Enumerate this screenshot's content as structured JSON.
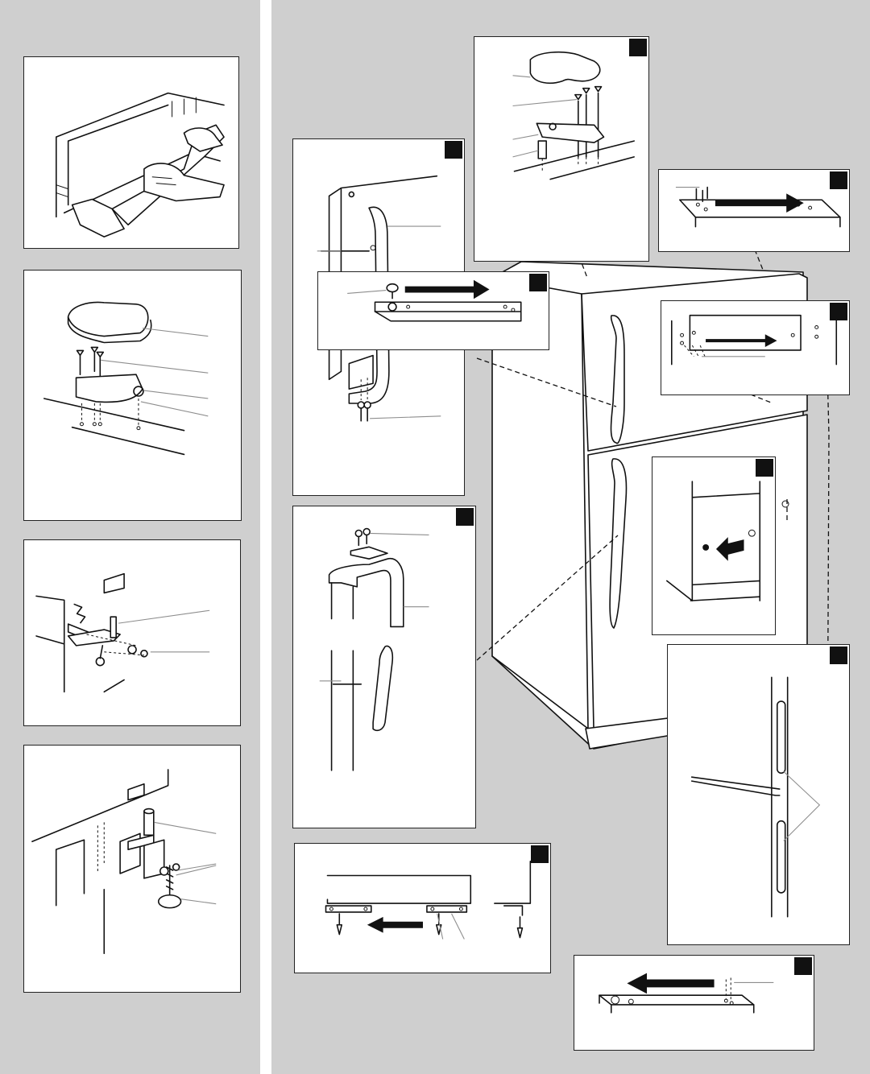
{
  "page": {
    "background": "#ffffff",
    "gray": "#cfcfcf",
    "ink": "#111111",
    "callout": "#8d8d8d"
  },
  "left_panels": [
    {
      "name": "toe-grille-removal",
      "icon": "hand-icon"
    },
    {
      "name": "top-hinge-cover-assembly",
      "icon": "hinge-cover-icon"
    },
    {
      "name": "center-hinge-assembly",
      "icon": "center-hinge-icon"
    },
    {
      "name": "bottom-hinge-leveler",
      "icon": "leveler-icon"
    }
  ],
  "right_panels": [
    {
      "name": "top-hinge-detail",
      "step_marker": true
    },
    {
      "name": "freezer-handle-detail",
      "step_marker": true
    },
    {
      "name": "freezer-handle-plug-detail",
      "step_marker": true
    },
    {
      "name": "top-screw-holes-detail",
      "step_marker": true
    },
    {
      "name": "freezer-door-top-detail",
      "step_marker": true
    },
    {
      "name": "refrigerator-handle-detail",
      "step_marker": true
    },
    {
      "name": "door-stop-detail",
      "step_marker": true
    },
    {
      "name": "door-gasket-detail",
      "step_marker": true
    },
    {
      "name": "bottom-door-stop-detail",
      "step_marker": true
    },
    {
      "name": "refrigerator-door-bottom-detail",
      "step_marker": true
    }
  ],
  "icons": [
    "arrow-right-icon",
    "arrow-left-icon",
    "refrigerator-icon",
    "screw-icon"
  ]
}
